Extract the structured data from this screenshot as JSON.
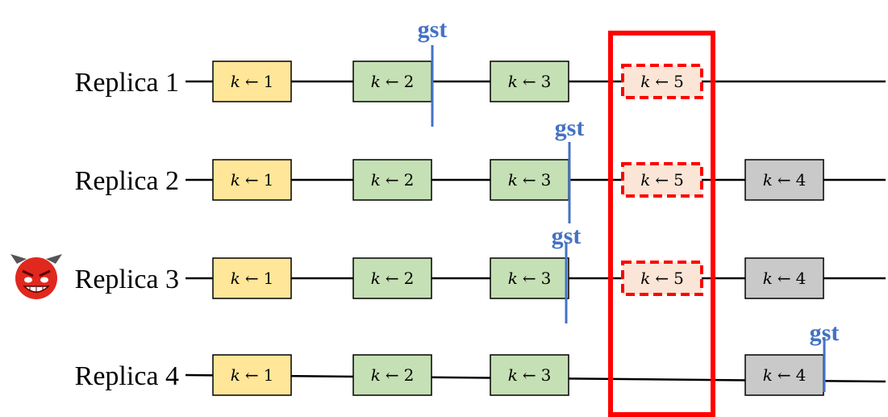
{
  "colors": {
    "committed": "#ffe699",
    "pending": "#c5e0b4",
    "late": "#c9c9c9",
    "conflict_fill": "#fbe5d6",
    "conflict_border": "#ff0000",
    "highlight": "#ff0000",
    "gst": "#4472c4",
    "line": "#000000"
  },
  "gst_label": "gst",
  "op_var": "k",
  "op_arrow": "←",
  "replicas": [
    {
      "label": "Replica 1",
      "byzantine": false,
      "ops": [
        {
          "value": "1",
          "kind": "committed"
        },
        {
          "value": "2",
          "kind": "pending"
        },
        {
          "value": "3",
          "kind": "pending"
        },
        {
          "value": "5",
          "kind": "conflict"
        }
      ]
    },
    {
      "label": "Replica 2",
      "byzantine": false,
      "ops": [
        {
          "value": "1",
          "kind": "committed"
        },
        {
          "value": "2",
          "kind": "pending"
        },
        {
          "value": "3",
          "kind": "pending"
        },
        {
          "value": "5",
          "kind": "conflict"
        },
        {
          "value": "4",
          "kind": "late"
        }
      ]
    },
    {
      "label": "Replica 3",
      "byzantine": true,
      "byzantine_icon": "devil-face-icon",
      "ops": [
        {
          "value": "1",
          "kind": "committed"
        },
        {
          "value": "2",
          "kind": "pending"
        },
        {
          "value": "3",
          "kind": "pending"
        },
        {
          "value": "5",
          "kind": "conflict"
        },
        {
          "value": "4",
          "kind": "late"
        }
      ]
    },
    {
      "label": "Replica 4",
      "byzantine": false,
      "ops": [
        {
          "value": "1",
          "kind": "committed"
        },
        {
          "value": "2",
          "kind": "pending"
        },
        {
          "value": "3",
          "kind": "pending"
        },
        {
          "value": "4",
          "kind": "late"
        }
      ]
    }
  ]
}
